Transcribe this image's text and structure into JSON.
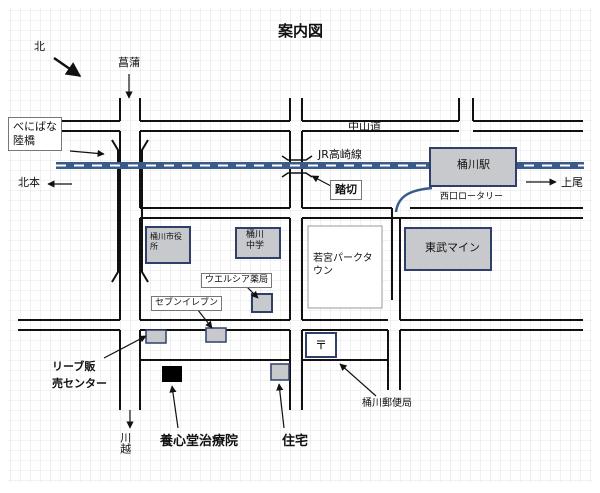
{
  "map": {
    "title": "案内図",
    "north_label": "北",
    "labels": {
      "shoubu": "菖蒲",
      "nakasendo": "中山道",
      "jr_line": "JR高崎線",
      "fumikiri": "踏切",
      "okegawa_station": "桶川駅",
      "nishiguchi_rotary": "西口ロータリー",
      "ageo": "上尾",
      "kitamoto": "北本",
      "benibana_bridge": "べにばな\n陸橋",
      "city_hall": "桶川市役所",
      "okegawa_jhs": "桶川\n中学",
      "welcia": "ウエルシア薬局",
      "seven_eleven": "セブンイレブン",
      "wakamiya_park": "若宮パークタウン",
      "tobu_mine": "東武マイン",
      "post_office": "桶川郵便局",
      "post_mark": "〒",
      "reebok": "リーブ販\n売センター",
      "kawagoe": "川越",
      "clinic": "養心堂治療院",
      "residence": "住宅"
    }
  }
}
